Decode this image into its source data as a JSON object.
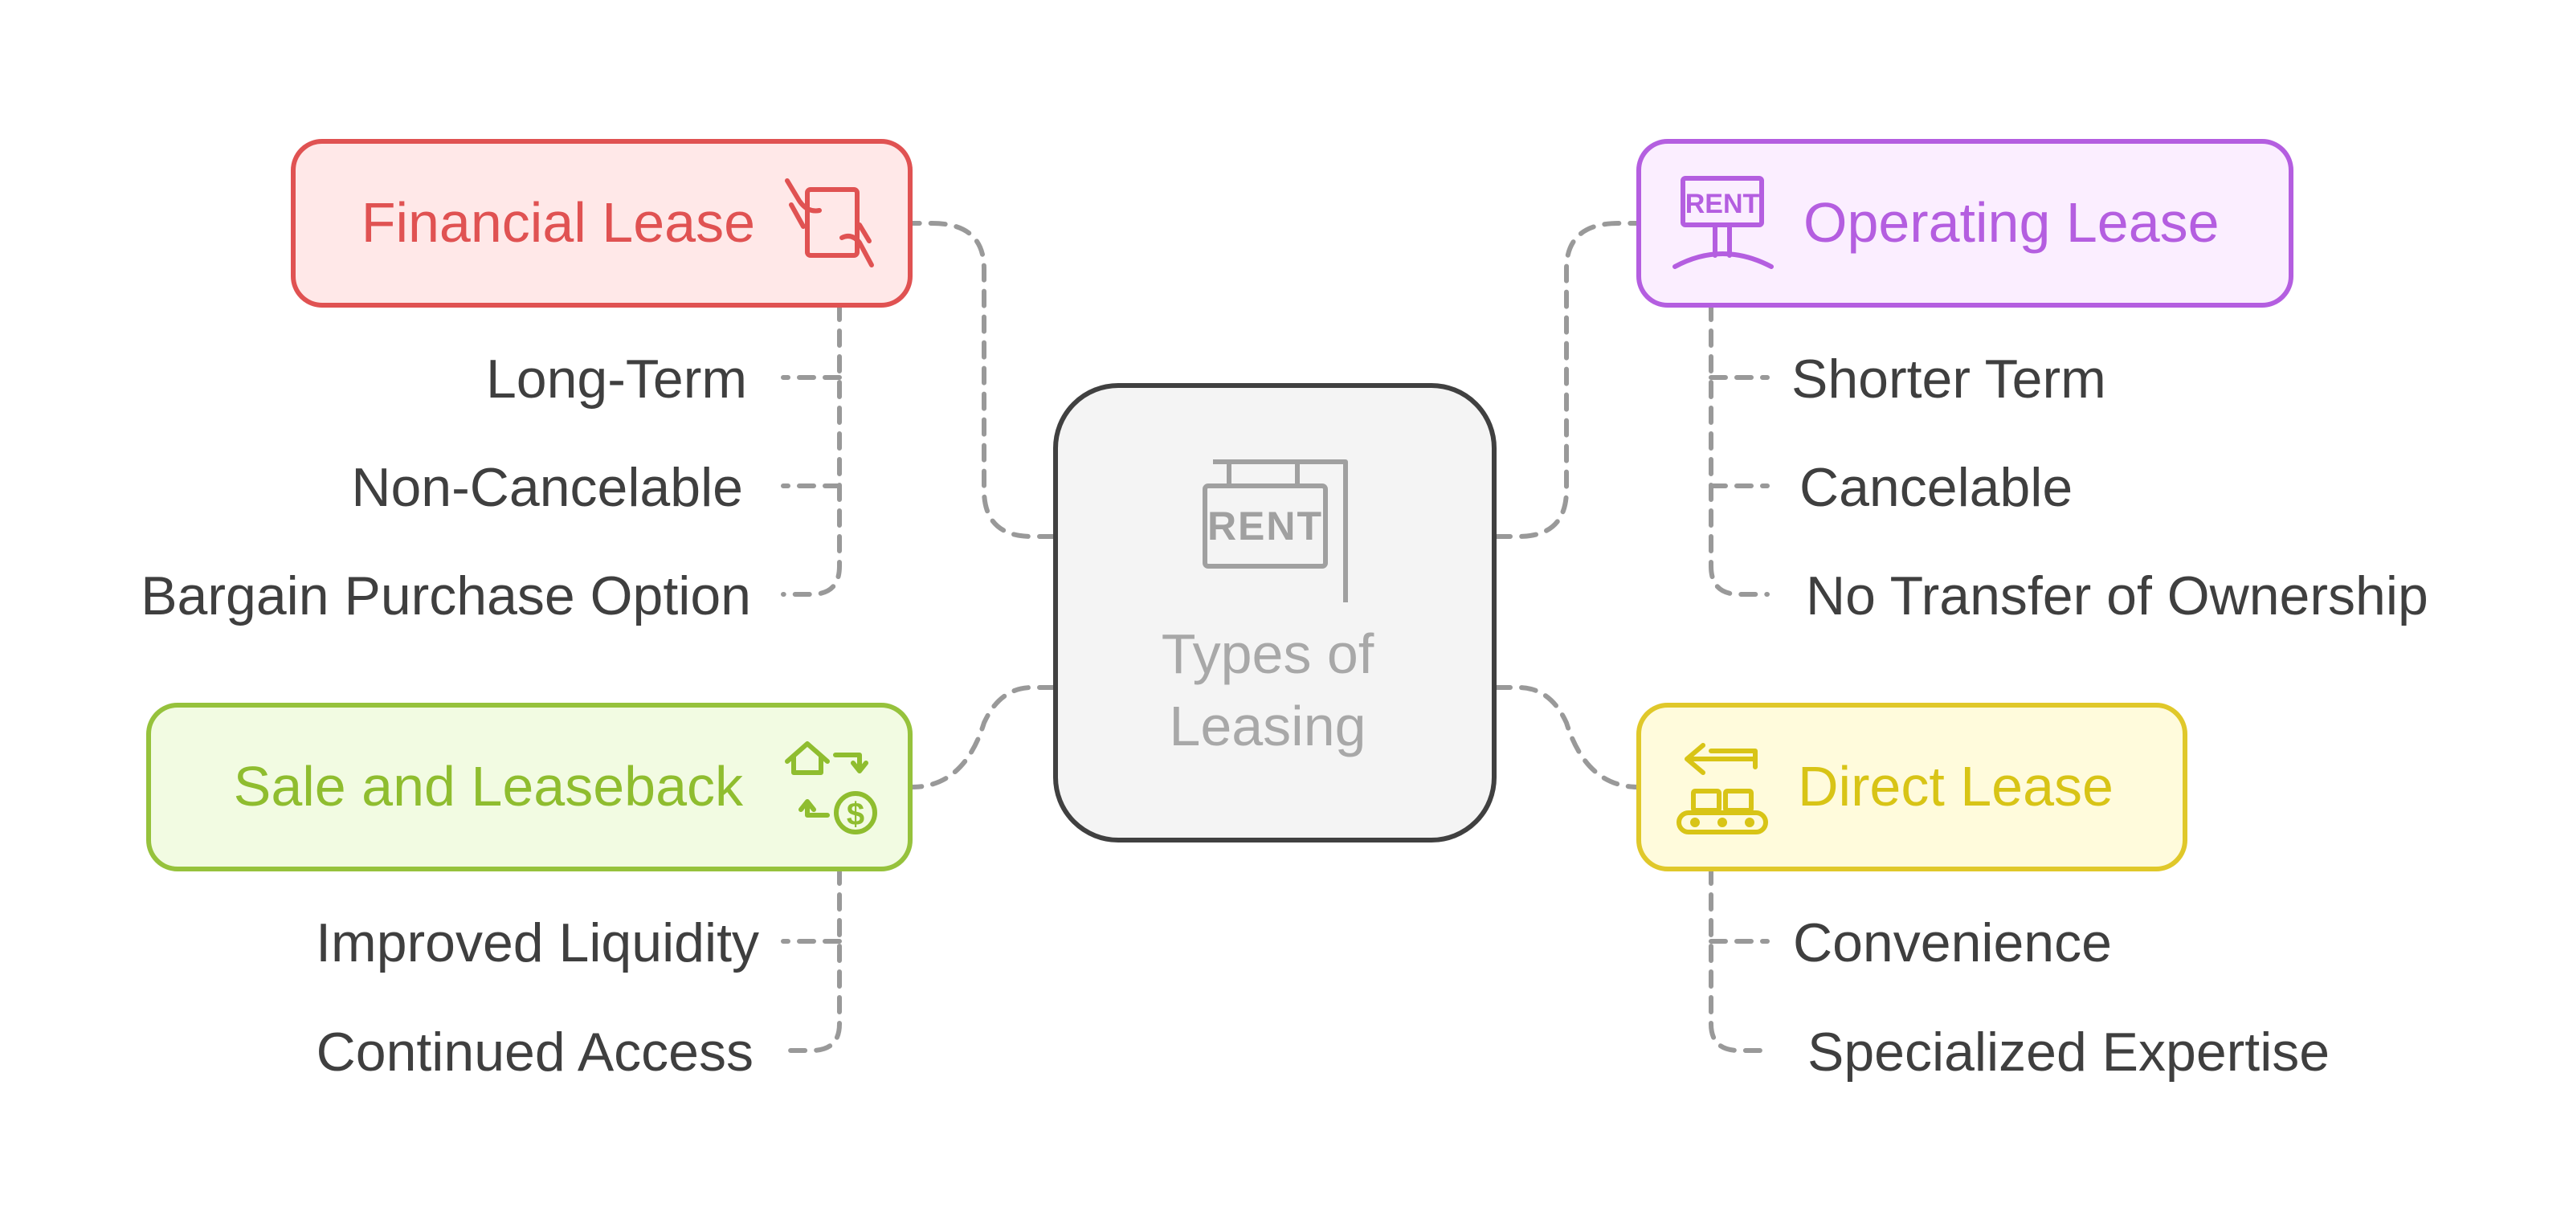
{
  "center": {
    "title_line1": "Types of",
    "title_line2": "Leasing",
    "icon": "rent-sign-icon"
  },
  "colors": {
    "financial": {
      "border": "#e05252",
      "fill": "#ffe8e8",
      "text": "#e05252"
    },
    "operating": {
      "border": "#b45ee0",
      "fill": "#fbeeff",
      "text": "#b45ee0"
    },
    "sale": {
      "border": "#96c23c",
      "fill": "#f2fbe2",
      "text": "#8fbd2f"
    },
    "direct": {
      "border": "#e0c82a",
      "fill": "#fffbdc",
      "text": "#d8c416"
    },
    "connector": "#999999",
    "center_border": "#404040",
    "center_fill": "#f4f4f4",
    "center_text": "#a8a8a8",
    "item_text": "#3f3f3f"
  },
  "nodes": {
    "financial_lease": {
      "label": "Financial Lease",
      "icon": "hand-document-icon",
      "items": [
        "Long-Term",
        "Non-Cancelable",
        "Bargain Purchase Option"
      ]
    },
    "operating_lease": {
      "label": "Operating Lease",
      "icon": "rent-board-icon",
      "items": [
        "Shorter Term",
        "Cancelable",
        "No Transfer of Ownership"
      ]
    },
    "sale_and_leaseback": {
      "label": "Sale and Leaseback",
      "icon": "house-money-cycle-icon",
      "items": [
        "Improved Liquidity",
        "Continued Access"
      ]
    },
    "direct_lease": {
      "label": "Direct Lease",
      "icon": "conveyor-arrow-icon",
      "items": [
        "Convenience",
        "Specialized Expertise"
      ]
    }
  }
}
